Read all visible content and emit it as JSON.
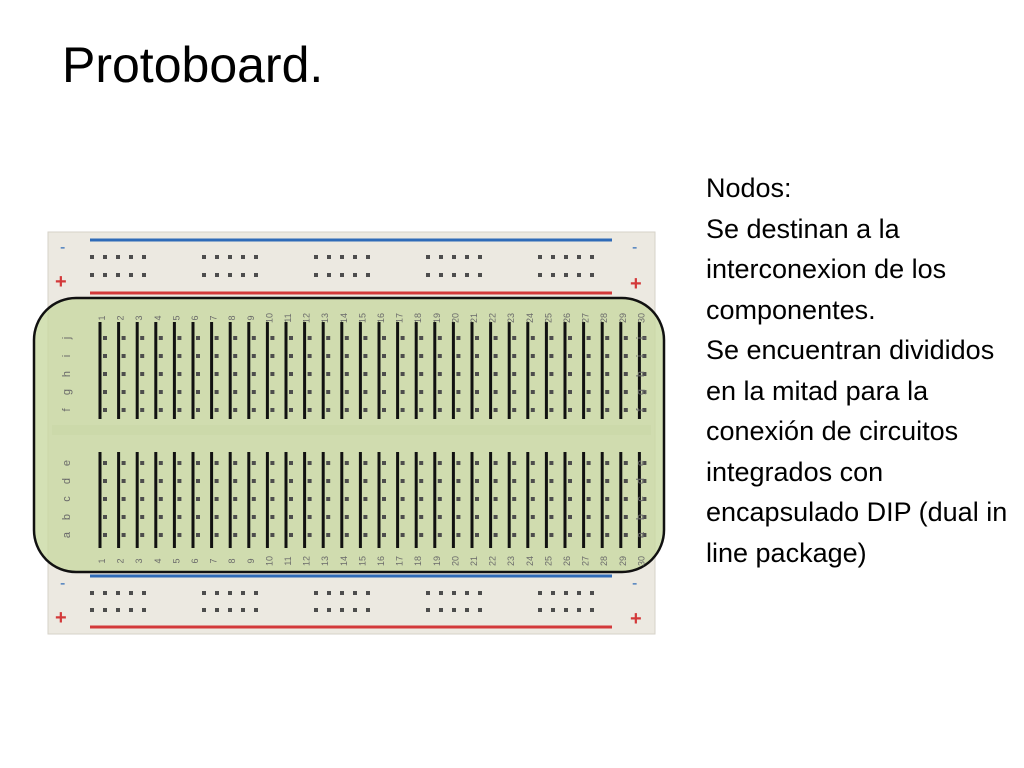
{
  "slide": {
    "title": "Protoboard.",
    "text": "Nodos:\nSe destinan a la interconexion de los componentes.\nSe encuentran divididos en la mitad para la conexión de circuitos integrados con encapsulado DIP (dual in line package)"
  },
  "breadboard": {
    "column_numbers": [
      "1",
      "2",
      "3",
      "4",
      "5",
      "6",
      "7",
      "8",
      "9",
      "10",
      "11",
      "12",
      "13",
      "14",
      "15",
      "16",
      "17",
      "18",
      "19",
      "20",
      "21",
      "22",
      "23",
      "24",
      "25",
      "26",
      "27",
      "28",
      "29",
      "30"
    ],
    "rows_top": [
      "j",
      "i",
      "h",
      "g",
      "f"
    ],
    "rows_bottom": [
      "e",
      "d",
      "c",
      "b",
      "a"
    ],
    "rail_minus": "-",
    "rail_plus": "+",
    "colors": {
      "board": "#ece9e1",
      "highlight": "#c8d8a0",
      "rail_blue": "#2f6bb8",
      "rail_red": "#d3393a",
      "node_line": "#111111",
      "hole": "#4d4d4d"
    }
  }
}
